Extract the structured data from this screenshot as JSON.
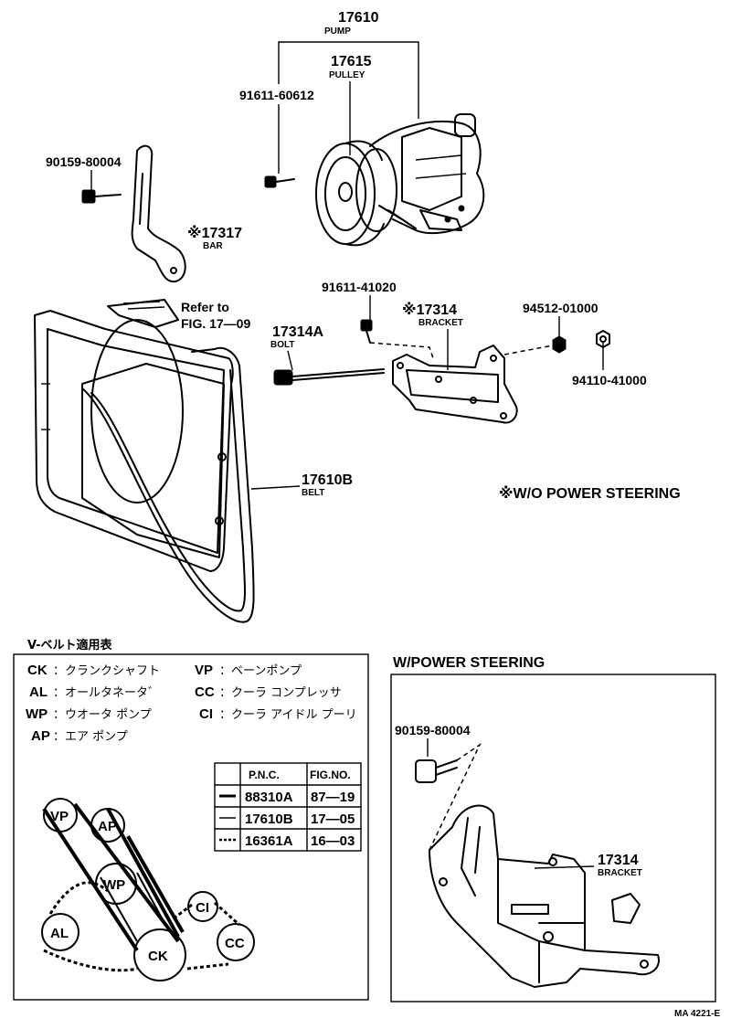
{
  "parts": {
    "pump": {
      "number": "17610",
      "name": "PUMP"
    },
    "pulley": {
      "number": "17615",
      "name": "PULLEY"
    },
    "bolt_pump": {
      "number": "91611-60612"
    },
    "bolt_bar": {
      "number": "90159-80004"
    },
    "bar": {
      "mark": "※",
      "number": "17317",
      "name": "BAR"
    },
    "refer": {
      "line1": "Refer to",
      "line2": "FIG. 17—09"
    },
    "bolt_long": {
      "number": "17314A",
      "name": "BOLT"
    },
    "bolt_bracket": {
      "number": "91611-41020"
    },
    "bracket": {
      "mark": "※",
      "number": "17314",
      "name": "BRACKET"
    },
    "nut1": {
      "number": "94512-01000"
    },
    "nut2": {
      "number": "94110-41000"
    },
    "belt": {
      "number": "17610B",
      "name": "BELT"
    },
    "note": "※W/O  POWER  STEERING"
  },
  "belt_table": {
    "title": "V-ベルト適用表",
    "legend_left": [
      {
        "code": "CK",
        "text": "：クランクシャフト"
      },
      {
        "code": "AL",
        "text": "：オールタネータ゛"
      },
      {
        "code": "WP",
        "text": "：ウオータ ポンプ"
      },
      {
        "code": "AP",
        "text": "：エア ポンプ"
      }
    ],
    "legend_right": [
      {
        "code": "VP",
        "text": "：ベーンポンプ"
      },
      {
        "code": "CC",
        "text": "：クーラ コンプレッサ"
      },
      {
        "code": "CI",
        "text": "：クーラ アイドル プーリ"
      }
    ],
    "headers": [
      "P.N.C.",
      "FIG.NO."
    ],
    "rows": [
      {
        "pnc": "88310A",
        "fig": "87—19"
      },
      {
        "pnc": "17610B",
        "fig": "17—05"
      },
      {
        "pnc": "16361A",
        "fig": "16—03"
      }
    ],
    "pulleys": [
      "VP",
      "AP",
      "WP",
      "CI",
      "AL",
      "CC",
      "CK"
    ]
  },
  "power_steering": {
    "title": "W/POWER  STEERING",
    "bolt": {
      "number": "90159-80004"
    },
    "bracket": {
      "number": "17314",
      "name": "BRACKET"
    }
  },
  "footer_code": "MA  4221-E"
}
